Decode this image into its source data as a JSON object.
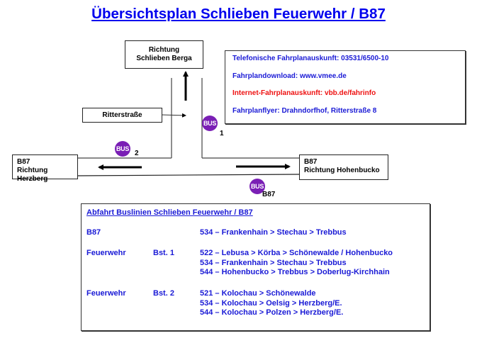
{
  "title": "Übersichtsplan Schlieben Feuerwehr / B87",
  "colors": {
    "title": "#0000ee",
    "text_blue": "#1a1ad6",
    "text_red": "#ee1111",
    "bus_badge": "#7a1fb5"
  },
  "map": {
    "north_box": {
      "line1": "Richtung",
      "line2": "Schlieben Berga"
    },
    "side_street_box": {
      "label": "Ritterstraße"
    },
    "west_box": {
      "line1": "B87",
      "line2": "Richtung Herzberg"
    },
    "east_box": {
      "line1": "B87",
      "line2": "Richtung Hohenbucko"
    },
    "stops": [
      {
        "icon": "bus-stop-icon",
        "badge_text": "BUS",
        "label": "1"
      },
      {
        "icon": "bus-stop-icon",
        "badge_text": "BUS",
        "label": "2"
      },
      {
        "icon": "bus-stop-icon",
        "badge_text": "BUS",
        "label": "B87"
      }
    ],
    "arrows": [
      "arrow-up-icon",
      "arrow-right-icon",
      "arrow-left-icon",
      "arrow-right-icon"
    ]
  },
  "info": {
    "phone": "Telefonische Fahrplanauskunft: 03531/6500-10",
    "download": "Fahrplandownload: www.vmee.de",
    "internet": "Internet-Fahrplanauskunft:  vbb.de/fahrinfo",
    "flyer": "Fahrplanflyer: Drahndorfhof, Ritterstraße 8"
  },
  "departures": {
    "heading": "Abfahrt Buslinien Schlieben Feuerwehr / B87",
    "groups": [
      {
        "stop": "B87",
        "platform": "",
        "lines": [
          "534 – Frankenhain > Stechau > Trebbus"
        ]
      },
      {
        "stop": "Feuerwehr",
        "platform": "Bst. 1",
        "lines": [
          "522 – Lebusa > Körba > Schönewalde / Hohenbucko",
          "534 – Frankenhain > Stechau > Trebbus",
          "544 – Hohenbucko > Trebbus > Doberlug-Kirchhain"
        ]
      },
      {
        "stop": "Feuerwehr",
        "platform": "Bst. 2",
        "lines": [
          "521 – Kolochau > Schönewalde",
          "534 – Kolochau > Oelsig > Herzberg/E.",
          "544 – Kolochau > Polzen > Herzberg/E."
        ]
      }
    ]
  }
}
